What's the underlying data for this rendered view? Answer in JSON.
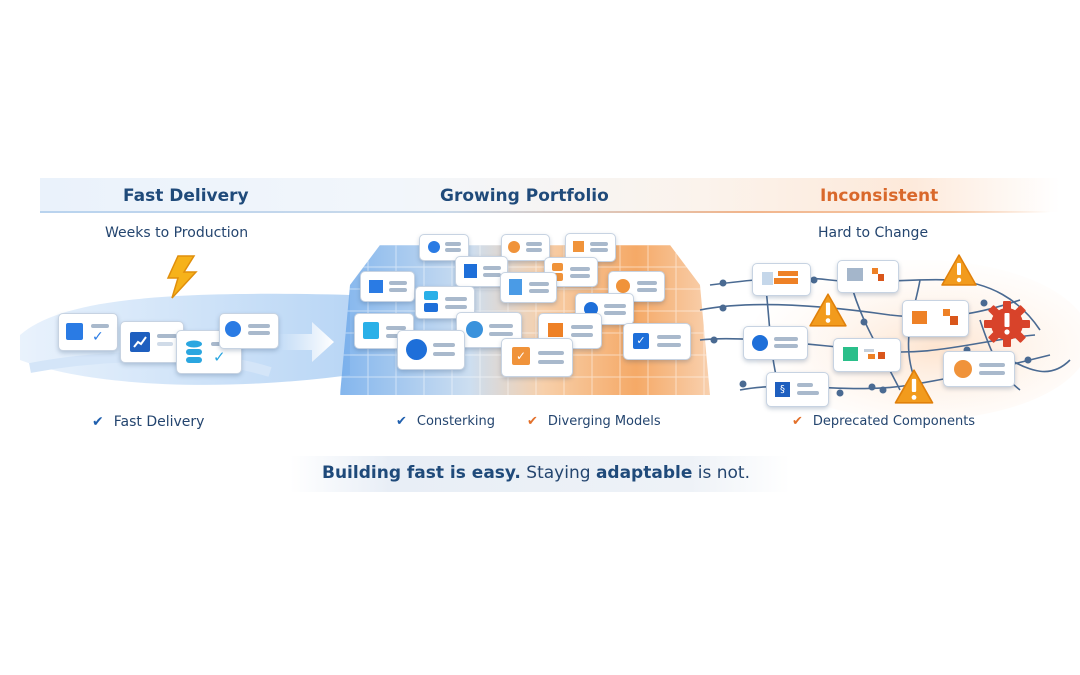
{
  "columns": [
    {
      "title": "Fast Delivery",
      "subtitle": "Weeks to Production",
      "accent": "#1f4a7a"
    },
    {
      "title": "Growing Portfolio",
      "subtitle": "",
      "accent": "#1f4a7a"
    },
    {
      "title": "Inconsistent",
      "subtitle": "Hard to Change",
      "accent": "#d9682b"
    }
  ],
  "checks": [
    {
      "label": "Fast Delivery",
      "tone": "blue"
    },
    {
      "label": "Consterking",
      "tone": "blue"
    },
    {
      "label": "Diverging Models",
      "tone": "orange"
    },
    {
      "label": "Deprecated Components",
      "tone": "orange"
    }
  ],
  "tagline": {
    "part1_bold": "Building fast is easy.",
    "part2": " Staying ",
    "part3_bold": "adaptable",
    "part4": " is not."
  },
  "icons": {
    "lightning": "lightning-bolt-icon",
    "arrow": "arrow-right-icon",
    "warning": "warning-triangle-icon",
    "error_gear": "error-gear-icon"
  },
  "colors": {
    "blue": "#2a7be4",
    "orange": "#f0933a",
    "dark_text": "#24456f",
    "warning": "#f29b1d",
    "error": "#d8432a"
  }
}
